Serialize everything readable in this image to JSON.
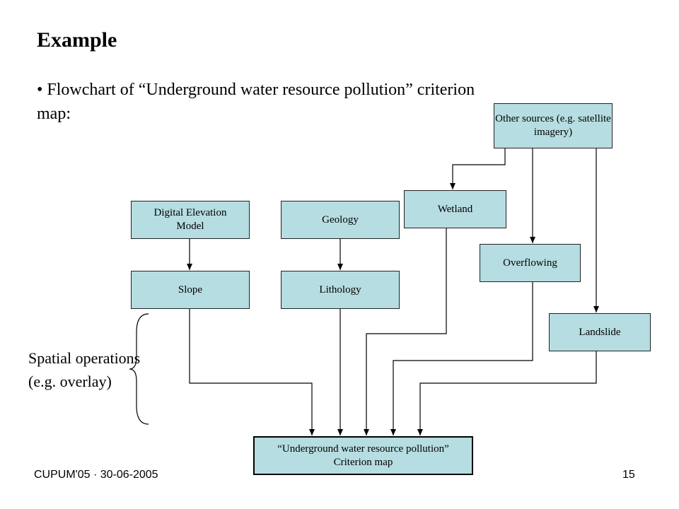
{
  "heading": "Example",
  "bullet": "• Flowchart of “Underground water resource pollution” criterion map:",
  "spatial_label": "Spatial operations (e.g. overlay)",
  "boxes": {
    "other_sources": "Other sources (e.g. satellite imagery)",
    "wetland": "Wetland",
    "dem": "Digital  Elevation Model",
    "geology": "Geology",
    "overflowing": "Overflowing",
    "slope": "Slope",
    "lithology": "Lithology",
    "landslide": "Landslide",
    "criterion_map": "“Underground water resource pollution” Criterion map"
  },
  "footer": {
    "left": "CUPUM'05 · 30-06-2005",
    "page_number": "15"
  }
}
